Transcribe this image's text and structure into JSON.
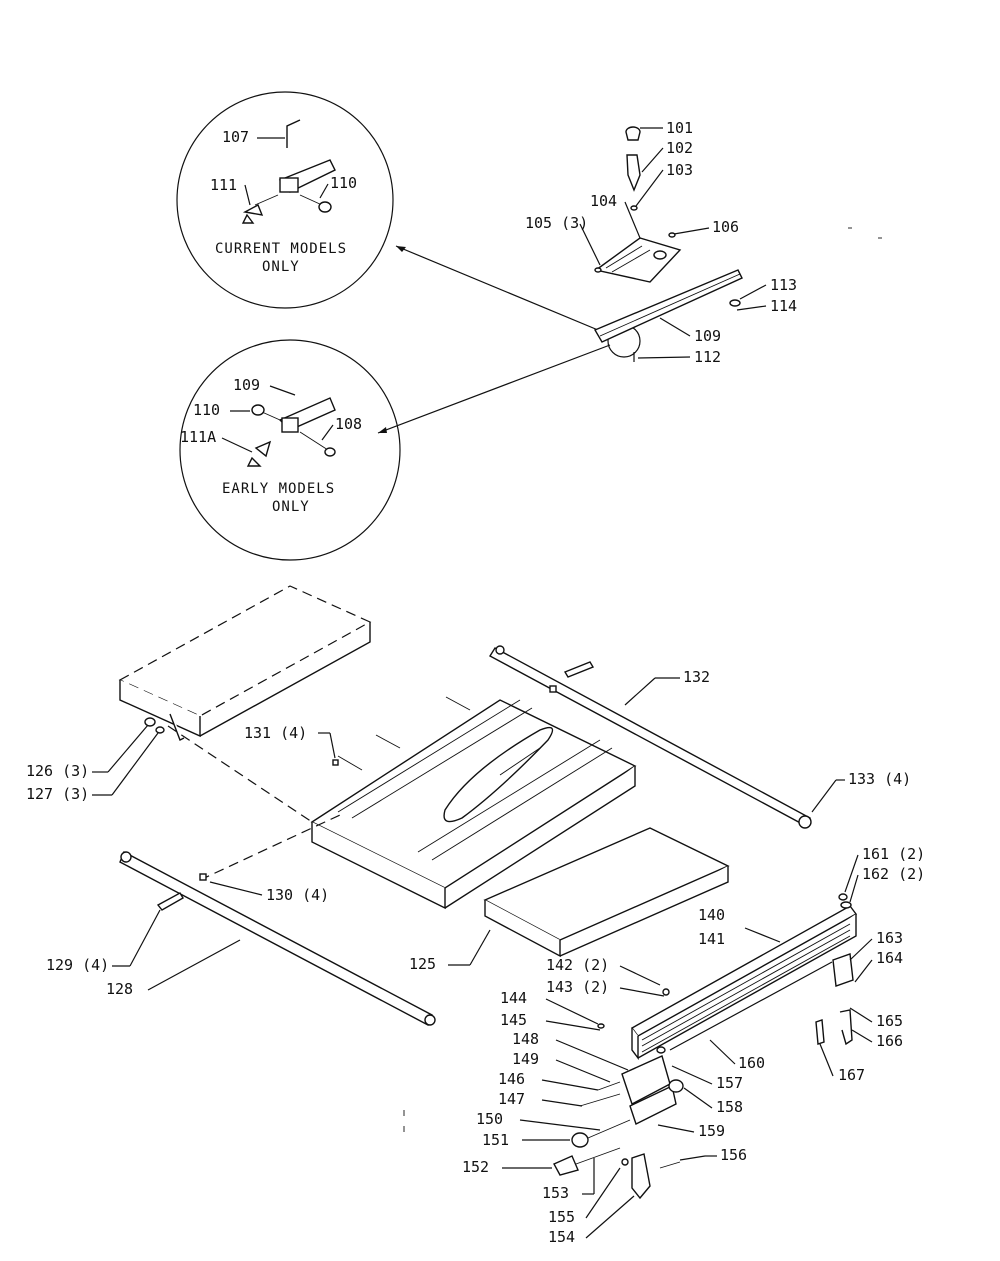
{
  "diagram": {
    "insets": {
      "current": {
        "caption_line1": "CURRENT MODELS",
        "caption_line2": "ONLY"
      },
      "early": {
        "caption_line1": "EARLY MODELS",
        "caption_line2": "ONLY"
      }
    },
    "labels": {
      "l101": "101",
      "l102": "102",
      "l103": "103",
      "l104": "104",
      "l105": "105 (3)",
      "l106": "106",
      "l107": "107",
      "l108": "108",
      "l109a": "109",
      "l109b": "109",
      "l110a": "110",
      "l110b": "110",
      "l111": "111",
      "l111a": "111A",
      "l112": "112",
      "l113": "113",
      "l114": "114",
      "l125": "125",
      "l126": "126 (3)",
      "l127": "127 (3)",
      "l128": "128",
      "l129": "129 (4)",
      "l130": "130 (4)",
      "l131": "131 (4)",
      "l132": "132",
      "l133": "133 (4)",
      "l140": "140",
      "l141": "141",
      "l142": "142 (2)",
      "l143": "143 (2)",
      "l144": "144",
      "l145": "145",
      "l146": "146",
      "l147": "147",
      "l148": "148",
      "l149": "149",
      "l150": "150",
      "l151": "151",
      "l152": "152",
      "l153": "153",
      "l154": "154",
      "l155": "155",
      "l156": "156",
      "l157": "157",
      "l158": "158",
      "l159": "159",
      "l160": "160",
      "l161": "161 (2)",
      "l162": "162 (2)",
      "l163": "163",
      "l164": "164",
      "l165": "165",
      "l166": "166",
      "l167": "167"
    }
  }
}
